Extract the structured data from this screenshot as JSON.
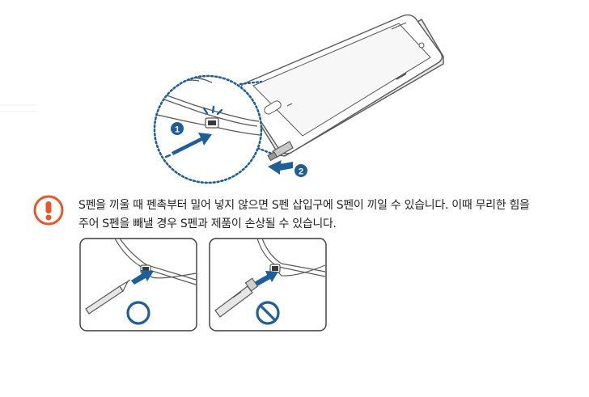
{
  "callouts": {
    "step1": "1",
    "step2": "2"
  },
  "warning": {
    "line1": "S펜을 끼울 때 펜촉부터 밀어 넣지 않으면 S펜 삽입구에 S펜이 끼일 수 있습니다. 이때 무리한 힘을",
    "line2": "주어 S펜을 빼낼 경우 S펜과 제품이 손상될 수 있습니다."
  },
  "colors": {
    "accent_blue": "#1f5f99",
    "warning_orange": "#e8562a",
    "line": "#595959"
  },
  "icons": {
    "warning": "exclamation-circle-icon",
    "correct": "circle-o-icon",
    "incorrect": "prohibited-icon"
  }
}
